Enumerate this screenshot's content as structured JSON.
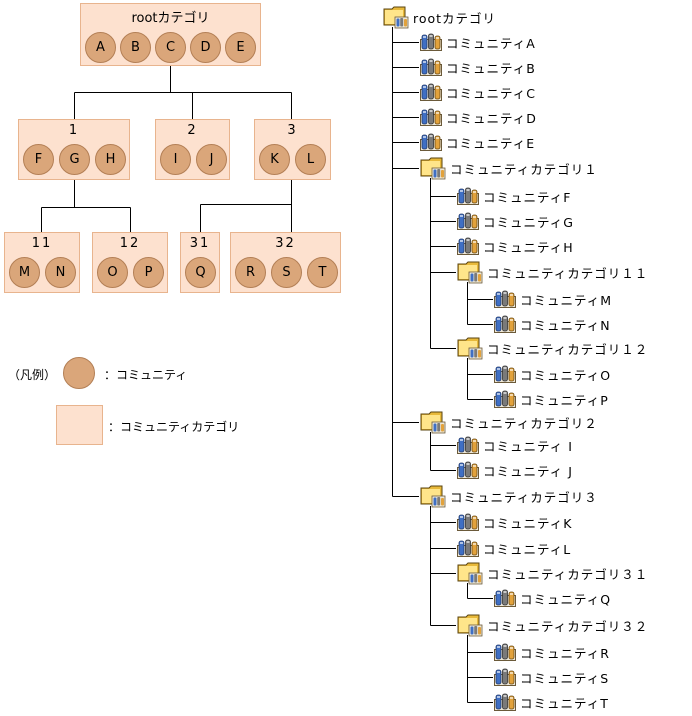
{
  "diagram": {
    "root": {
      "label": "rootカテゴリ",
      "communities": [
        "A",
        "B",
        "C",
        "D",
        "E"
      ]
    },
    "level1": [
      {
        "label": "1",
        "communities": [
          "F",
          "G",
          "H"
        ]
      },
      {
        "label": "2",
        "communities": [
          "I",
          "J"
        ]
      },
      {
        "label": "3",
        "communities": [
          "K",
          "L"
        ]
      }
    ],
    "level2": [
      {
        "label": "11",
        "communities": [
          "M",
          "N"
        ]
      },
      {
        "label": "12",
        "communities": [
          "O",
          "P"
        ]
      },
      {
        "label": "31",
        "communities": [
          "Q"
        ]
      },
      {
        "label": "32",
        "communities": [
          "R",
          "S",
          "T"
        ]
      }
    ]
  },
  "legend": {
    "title": "（凡例）",
    "community": "：コミュニティ",
    "category": "：コミュニティカテゴリ"
  },
  "tree": [
    {
      "label": "rootカテゴリ",
      "type": "folder",
      "depth": 0
    },
    {
      "label": "コミュニティA",
      "type": "community",
      "depth": 1
    },
    {
      "label": "コミュニティB",
      "type": "community",
      "depth": 1
    },
    {
      "label": "コミュニティC",
      "type": "community",
      "depth": 1
    },
    {
      "label": "コミュニティD",
      "type": "community",
      "depth": 1
    },
    {
      "label": "コミュニティE",
      "type": "community",
      "depth": 1
    },
    {
      "label": "コミュニティカテゴリ１",
      "type": "folder",
      "depth": 1
    },
    {
      "label": "コミュニティF",
      "type": "community",
      "depth": 2
    },
    {
      "label": "コミュニティG",
      "type": "community",
      "depth": 2
    },
    {
      "label": "コミュニティH",
      "type": "community",
      "depth": 2
    },
    {
      "label": "コミュニティカテゴリ１１",
      "type": "folder",
      "depth": 2
    },
    {
      "label": "コミュニティM",
      "type": "community",
      "depth": 3
    },
    {
      "label": "コミュニティN",
      "type": "community",
      "depth": 3
    },
    {
      "label": "コミュニティカテゴリ１２",
      "type": "folder",
      "depth": 2
    },
    {
      "label": "コミュニティO",
      "type": "community",
      "depth": 3
    },
    {
      "label": "コミュニティP",
      "type": "community",
      "depth": 3
    },
    {
      "label": "コミュニティカテゴリ２",
      "type": "folder",
      "depth": 1
    },
    {
      "label": "コミュニティ I",
      "type": "community",
      "depth": 2
    },
    {
      "label": "コミュニティ J",
      "type": "community",
      "depth": 2
    },
    {
      "label": "コミュニティカテゴリ３",
      "type": "folder",
      "depth": 1
    },
    {
      "label": "コミュニティK",
      "type": "community",
      "depth": 2
    },
    {
      "label": "コミュニティL",
      "type": "community",
      "depth": 2
    },
    {
      "label": "コミュニティカテゴリ３１",
      "type": "folder",
      "depth": 2
    },
    {
      "label": "コミュニティQ",
      "type": "community",
      "depth": 3
    },
    {
      "label": "コミュニティカテゴリ３２",
      "type": "folder",
      "depth": 2
    },
    {
      "label": "コミュニティR",
      "type": "community",
      "depth": 3
    },
    {
      "label": "コミュニティS",
      "type": "community",
      "depth": 3
    },
    {
      "label": "コミュニティT",
      "type": "community",
      "depth": 3
    }
  ]
}
